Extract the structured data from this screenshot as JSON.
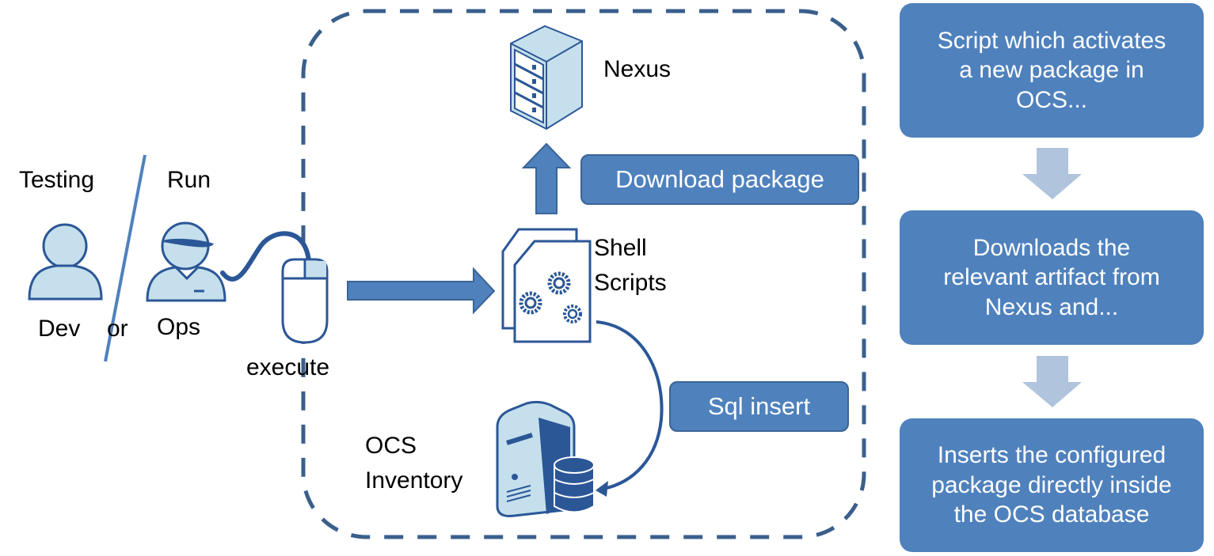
{
  "actors": {
    "testing_label": "Testing",
    "run_label": "Run",
    "dev_label": "Dev",
    "or_label": "or",
    "ops_label": "Ops",
    "execute_label": "execute"
  },
  "system": {
    "nexus_label": "Nexus",
    "shell_scripts_label_line1": "Shell",
    "shell_scripts_label_line2": "Scripts",
    "ocs_label_line1": "OCS",
    "ocs_label_line2": "Inventory",
    "download_package_label": "Download package",
    "sql_insert_label": "Sql insert"
  },
  "steps": [
    {
      "lines": [
        "Script which activates",
        "a new package in",
        "OCS..."
      ]
    },
    {
      "lines": [
        "Downloads the",
        "relevant artifact from",
        "Nexus and..."
      ]
    },
    {
      "lines": [
        "Inserts the configured",
        "package directly inside",
        "the OCS database"
      ]
    }
  ],
  "colors": {
    "primary": "#4f81bd",
    "dark": "#2b5797",
    "light_fill": "#c5e0ec",
    "arrow_light": "#b0c4de",
    "dashed": "#3a5f8c"
  }
}
